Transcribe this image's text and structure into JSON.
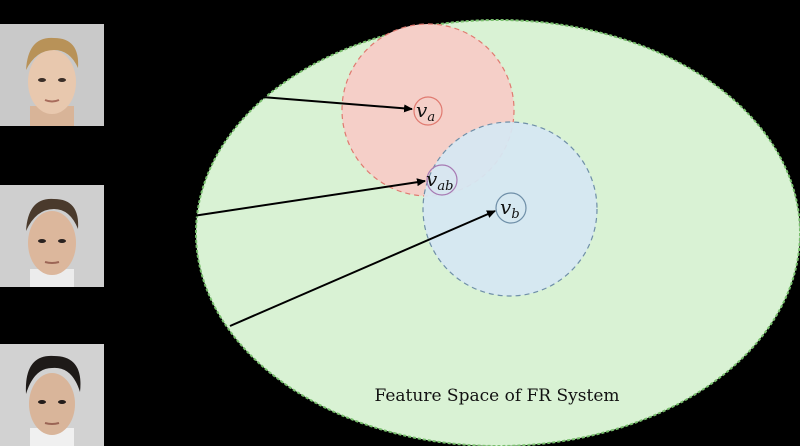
{
  "caption": "Feature Space of FR System",
  "nodes": {
    "a": {
      "base": "v",
      "sub": "a"
    },
    "ab": {
      "base": "v",
      "sub": "ab"
    },
    "b": {
      "base": "v",
      "sub": "b"
    }
  },
  "colors": {
    "background": "#000000",
    "feature_space_fill": "#d9f2d4",
    "feature_space_stroke": "#79c06d",
    "region_a_fill": "#f5cfc8",
    "region_a_stroke": "#e07a70",
    "region_b_fill": "#d6e7f2",
    "region_b_stroke": "#6f8fa8",
    "arrow": "#000000"
  },
  "faces": [
    {
      "name": "face-a",
      "hair": "#b89258",
      "skin": "#e8c8ae"
    },
    {
      "name": "face-ab",
      "hair": "#4a3a2c",
      "skin": "#dcb79c"
    },
    {
      "name": "face-b",
      "hair": "#1e1a18",
      "skin": "#d9b59a"
    }
  ]
}
